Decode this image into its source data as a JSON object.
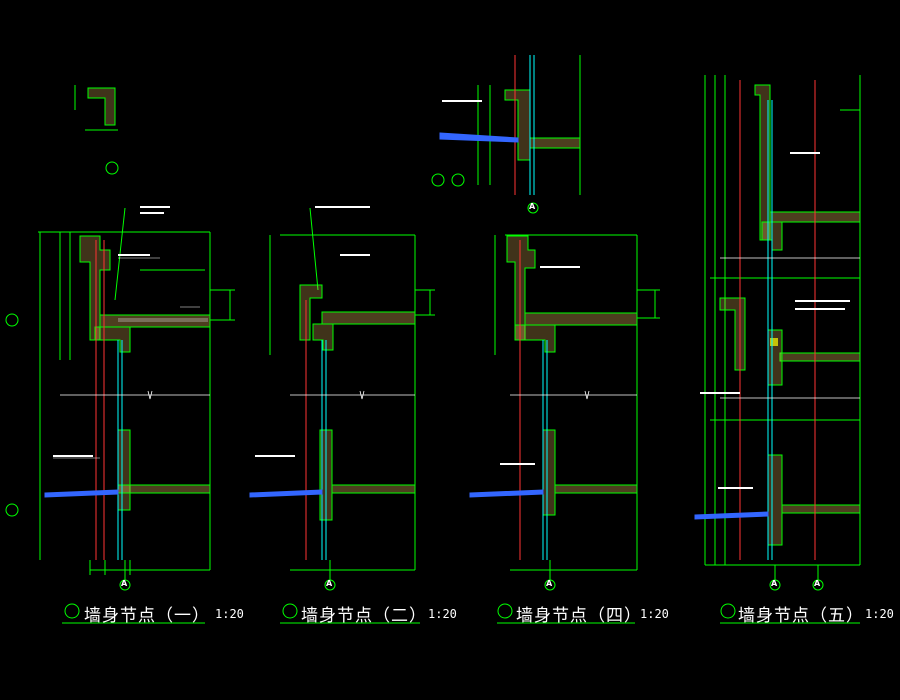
{
  "details": [
    {
      "title": "墙身节点（一）",
      "scale": "1:20"
    },
    {
      "title": "墙身节点（二）",
      "scale": "1:20"
    },
    {
      "title": "墙身节点（四）",
      "scale": "1:20"
    },
    {
      "title": "墙身节点（五）",
      "scale": "1:20"
    }
  ],
  "axis_marker": "A",
  "side_tags": [
    "",
    ""
  ],
  "colors": {
    "background": "#000000",
    "outline": "#00ff00",
    "concrete_fill": "#ffcc66",
    "section": "#ff3333",
    "dimension": "#00ff00",
    "annotation": "#ffffff",
    "blue": "#3366ff",
    "glass": "#00ffff"
  }
}
